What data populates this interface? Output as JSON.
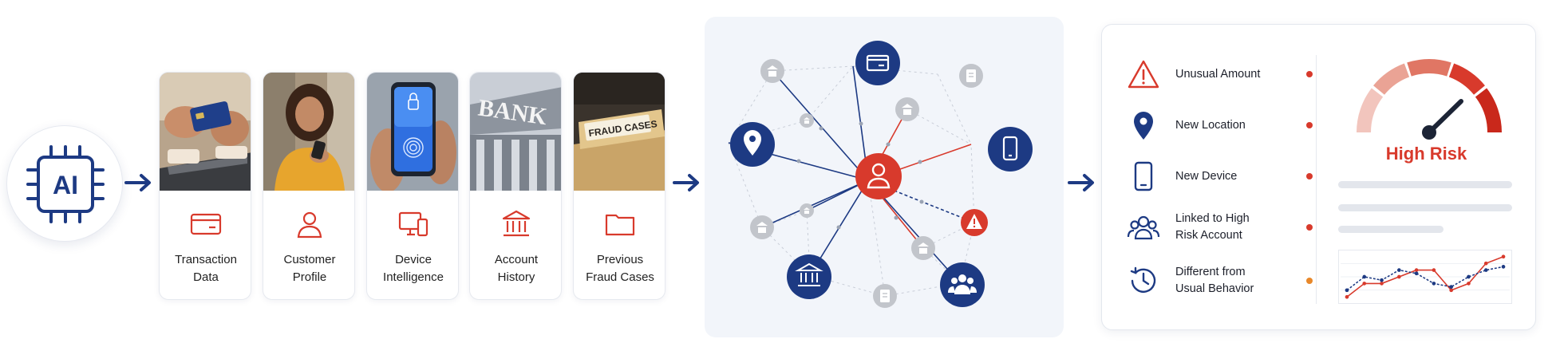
{
  "colors": {
    "navy": "#1d3a83",
    "red": "#d83a2c",
    "orange": "#e8882a",
    "grey_node": "#c2c5cb",
    "panel_bg": "#f2f5fa"
  },
  "ai_badge": {
    "label": "AI",
    "icon": "chip-icon"
  },
  "sources": [
    {
      "id": "transaction",
      "label": "Transaction\nData",
      "icon": "credit-card-icon",
      "photo": "hands-holding-card-over-laptop"
    },
    {
      "id": "customer",
      "label": "Customer\nProfile",
      "icon": "user-icon",
      "photo": "woman-using-phone"
    },
    {
      "id": "device",
      "label": "Device\nIntelligence",
      "icon": "devices-icon",
      "photo": "phone-fingerprint-lock"
    },
    {
      "id": "account",
      "label": "Account\nHistory",
      "icon": "bank-icon",
      "photo": "bank-building",
      "photo_text": "BANK"
    },
    {
      "id": "fraud",
      "label": "Previous\nFraud Cases",
      "icon": "folder-icon",
      "photo": "fraud-cases-folder",
      "photo_text": "FRAUD CASES"
    }
  ],
  "network": {
    "center_icon": "user-icon",
    "nodes": [
      {
        "icon": "credit-card-icon",
        "style": "navy"
      },
      {
        "icon": "location-pin-icon",
        "style": "navy"
      },
      {
        "icon": "smartphone-icon",
        "style": "navy"
      },
      {
        "icon": "bank-icon",
        "style": "navy"
      },
      {
        "icon": "group-icon",
        "style": "navy"
      },
      {
        "icon": "warning-icon",
        "style": "red"
      },
      {
        "icon": "bank-icon",
        "style": "grey"
      },
      {
        "icon": "document-icon",
        "style": "grey"
      },
      {
        "icon": "bank-icon",
        "style": "grey"
      },
      {
        "icon": "bank-icon",
        "style": "grey"
      },
      {
        "icon": "bank-icon",
        "style": "grey"
      },
      {
        "icon": "document-icon",
        "style": "grey"
      }
    ]
  },
  "risk_factors": [
    {
      "label": "Unusual Amount",
      "icon": "warning-icon",
      "dot": "#d83a2c"
    },
    {
      "label": "New Location",
      "icon": "location-pin-icon",
      "dot": "#d83a2c"
    },
    {
      "label": "New Device",
      "icon": "smartphone-icon",
      "dot": "#d83a2c"
    },
    {
      "label": "Linked to High\nRisk Account",
      "icon": "group-icon",
      "dot": "#d83a2c"
    },
    {
      "label": "Different from\nUsual Behavior",
      "icon": "clock-history-icon",
      "dot": "#e8882a"
    }
  ],
  "risk_score": {
    "label": "High Risk",
    "gauge_level": 0.8,
    "color": "#d83a2c"
  },
  "trend_chart": {
    "series": [
      {
        "color": "#d83a2c",
        "values": [
          1,
          3,
          3,
          4,
          5,
          5,
          2,
          3,
          6,
          7
        ]
      },
      {
        "color": "#1d3a83",
        "values": [
          2,
          4,
          3.5,
          5,
          4.5,
          3,
          2.5,
          4,
          5,
          5.5
        ]
      }
    ]
  }
}
